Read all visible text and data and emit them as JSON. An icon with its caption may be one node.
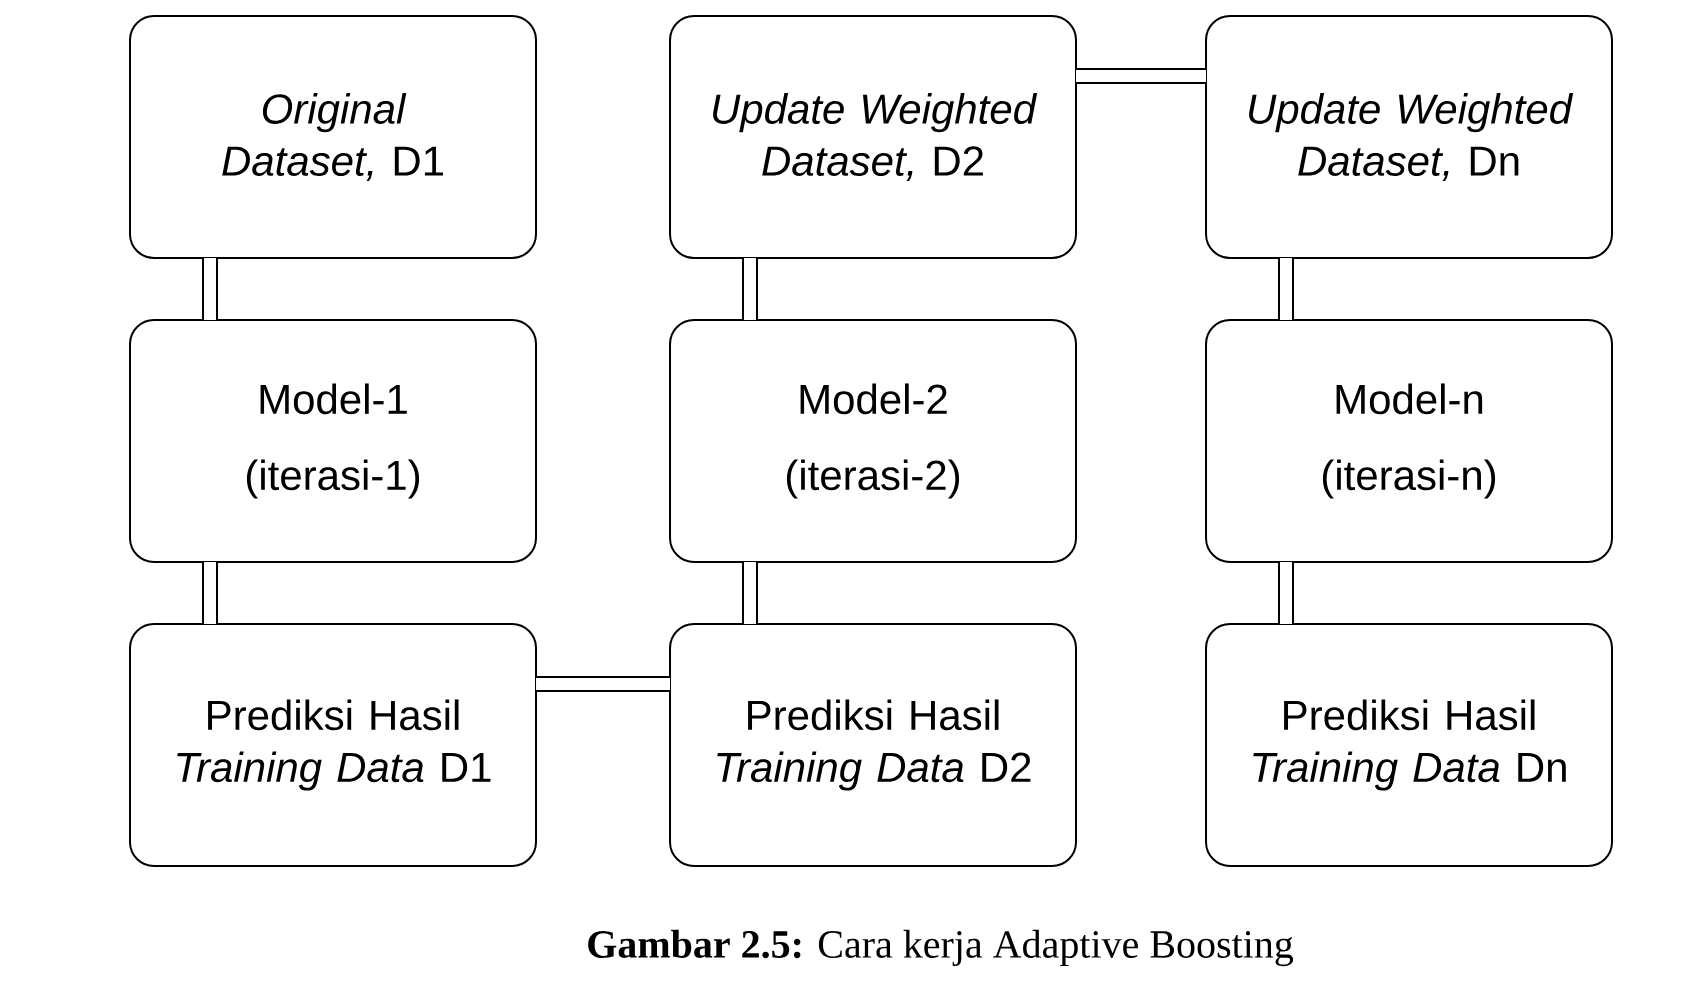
{
  "diagram": {
    "caption": "**Gambar 2.5:** Cara kerja Adaptive Boosting",
    "nodes": [
      {
        "text": [
          "*Original Dataset,* D1"
        ]
      },
      {
        "text": [
          "*Update Weighted Dataset,* D2"
        ]
      },
      {
        "text": [
          "*Update Weighted Dataset,* Dn"
        ]
      },
      {
        "text": [
          "Model-1",
          "(iterasi-1)"
        ]
      },
      {
        "text": [
          "Model-2",
          "(iterasi-2)"
        ]
      },
      {
        "text": [
          "Model-n",
          "(iterasi-n)"
        ]
      },
      {
        "text": [
          "Prediksi Hasil *Training Data* D1"
        ]
      },
      {
        "text": [
          "Prediksi Hasil *Training Data* D2"
        ]
      },
      {
        "text": [
          "Prediksi Hasil *Training Data* Dn"
        ]
      }
    ],
    "edges": [
      {
        "from": 0,
        "to": 3,
        "arrow": "none"
      },
      {
        "from": 3,
        "to": 6,
        "arrow": "none"
      },
      {
        "from": 6,
        "to": 7,
        "arrow": "none"
      },
      {
        "from": 7,
        "to": 4,
        "arrow": "none"
      },
      {
        "from": 4,
        "to": 1,
        "arrow": "none"
      },
      {
        "from": 1,
        "to": 2,
        "arrow": "none"
      },
      {
        "from": 2,
        "to": 5,
        "arrow": "none"
      },
      {
        "from": 5,
        "to": 8,
        "arrow": "none"
      }
    ]
  }
}
